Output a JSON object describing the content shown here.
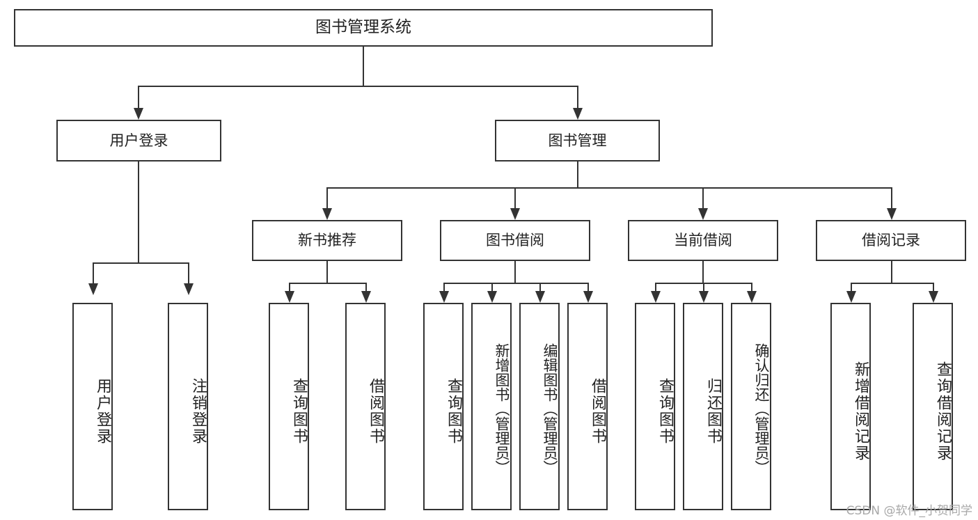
{
  "diagram": {
    "title": "图书管理系统",
    "type": "tree",
    "watermark": "CSDN @软件_小贺同学",
    "colors": {
      "box_border": "#333333",
      "box_fill": "#ffffff",
      "text": "#222222",
      "edge": "#333333",
      "watermark": "#a8a8a8"
    },
    "root": {
      "label": "图书管理系统"
    },
    "level2": [
      {
        "label": "用户登录"
      },
      {
        "label": "图书管理"
      }
    ],
    "level3": [
      {
        "label": "新书推荐"
      },
      {
        "label": "图书借阅"
      },
      {
        "label": "当前借阅"
      },
      {
        "label": "借阅记录"
      }
    ],
    "leaves": {
      "user_login": [
        {
          "label": "用户登录"
        },
        {
          "label": "注销登录"
        }
      ],
      "new_book_recommend": [
        {
          "label": "查询图书"
        },
        {
          "label": "借阅图书"
        }
      ],
      "book_borrow": [
        {
          "label": "查询图书"
        },
        {
          "label": "新增图书（管理员）"
        },
        {
          "label": "编辑图书（管理员）"
        },
        {
          "label": "借阅图书"
        }
      ],
      "current_borrow": [
        {
          "label": "查询图书"
        },
        {
          "label": "归还图书"
        },
        {
          "label": "确认归还（管理员）"
        }
      ],
      "borrow_record": [
        {
          "label": "新增借阅记录"
        },
        {
          "label": "查询借阅记录"
        }
      ]
    }
  }
}
